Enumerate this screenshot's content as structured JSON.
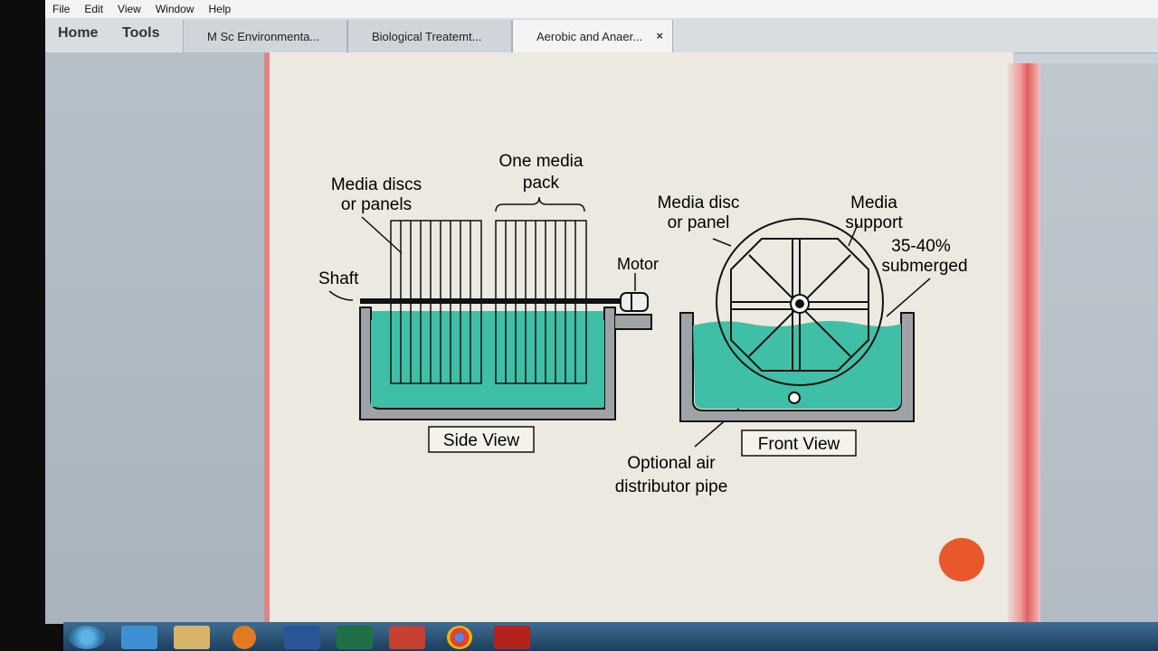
{
  "menu": {
    "file": "File",
    "edit": "Edit",
    "view": "View",
    "window": "Window",
    "help": "Help"
  },
  "nav": {
    "home": "Home",
    "tools": "Tools"
  },
  "tabs": [
    {
      "label": "M Sc Environmenta..."
    },
    {
      "label": "Biological Treatemt..."
    },
    {
      "label": "Aerobic and Anaer...",
      "close": "×"
    }
  ],
  "diagram": {
    "one_media_pack_1": "One media",
    "one_media_pack_2": "pack",
    "media_discs_1": "Media discs",
    "media_discs_2": "or panels",
    "shaft": "Shaft",
    "motor": "Motor",
    "media_disc_1": "Media disc",
    "media_disc_2": "or panel",
    "media_support_1": "Media",
    "media_support_2": "support",
    "submerged_1": "35-40%",
    "submerged_2": "submerged",
    "side_view": "Side View",
    "front_view": "Front View",
    "air_pipe_1": "Optional air",
    "air_pipe_2": "distributor pipe"
  },
  "colors": {
    "water": "#3fbfa6",
    "tank": "#9fa3a6",
    "accent_tab_edge": "#e08585",
    "record_button": "#e9582b"
  },
  "taskbar": {
    "icons": [
      "windows-start-icon",
      "internet-explorer-icon",
      "file-explorer-icon",
      "media-player-icon",
      "word-icon",
      "excel-icon",
      "app-icon",
      "chrome-icon",
      "acrobat-icon"
    ]
  }
}
